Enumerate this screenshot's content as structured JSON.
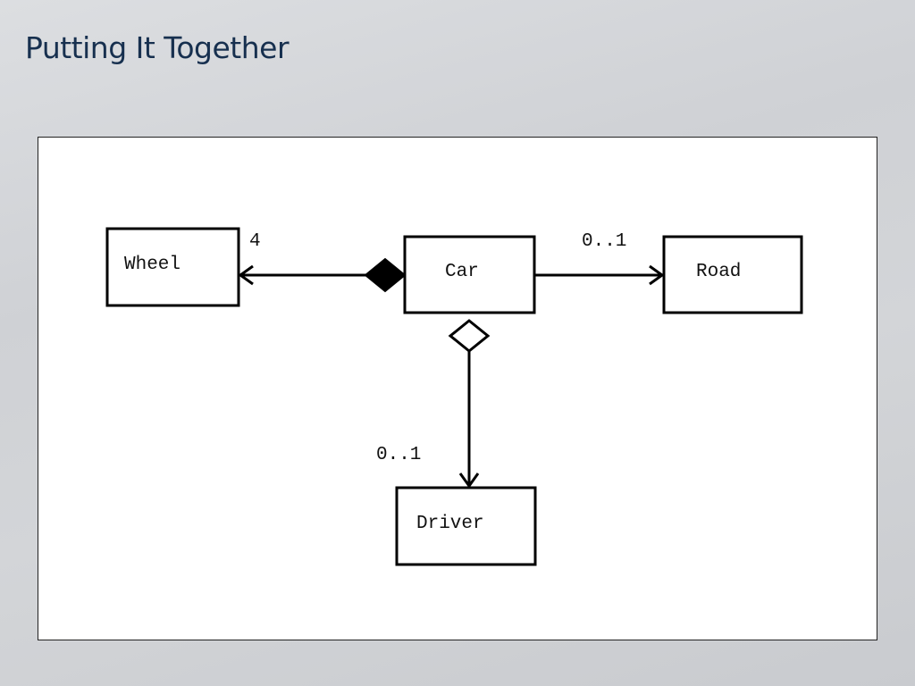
{
  "slide": {
    "title": "Putting It Together"
  },
  "diagram": {
    "classes": {
      "wheel": "Wheel",
      "car": "Car",
      "road": "Road",
      "driver": "Driver"
    },
    "associations": {
      "car_wheel": {
        "type": "composition",
        "multiplicity": "4"
      },
      "car_road": {
        "type": "association",
        "multiplicity": "0..1"
      },
      "car_driver": {
        "type": "aggregation",
        "multiplicity": "0..1"
      }
    }
  }
}
